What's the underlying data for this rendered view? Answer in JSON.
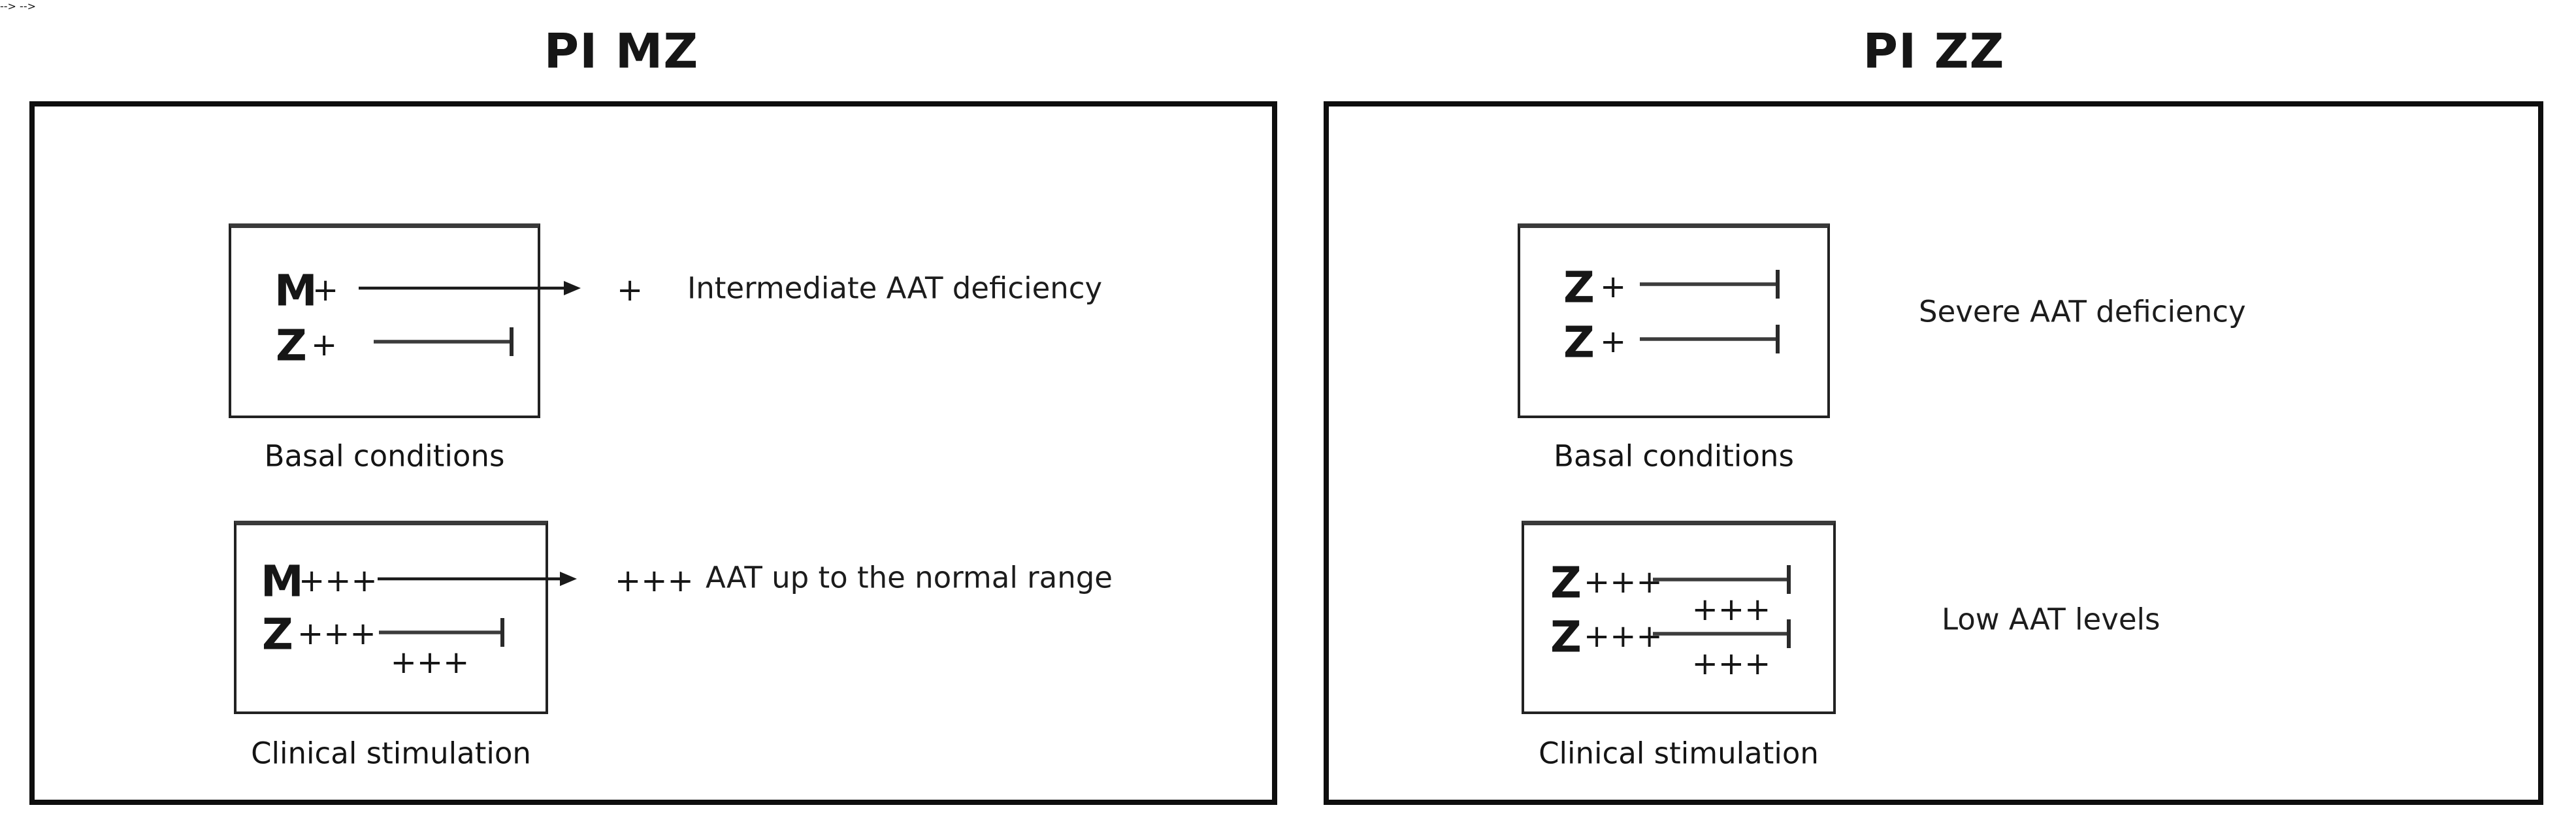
{
  "figure": {
    "type": "genotype-secretion-diagram",
    "subject": "Alpha-1 antitrypsin (AAT) secretion by genotype",
    "colors": {
      "background": "#ffffff",
      "ink": "#161616",
      "blocked_line": "#3c3c3c"
    }
  },
  "panels": [
    {
      "title": "PI MZ",
      "basal": {
        "label": "Basal conditions",
        "rows": [
          {
            "gene": "M",
            "dose": "+",
            "secretion": "arrow",
            "result": "+",
            "note": "Intermediate AAT deficiency"
          },
          {
            "gene": "Z",
            "dose": "+",
            "secretion": "blocked"
          }
        ]
      },
      "clinical": {
        "label": "Clinical stimulation",
        "rows": [
          {
            "gene": "M",
            "dose": "+++",
            "secretion": "arrow",
            "result": "+++",
            "note": "AAT up to the normal range"
          },
          {
            "gene": "Z",
            "dose": "+++",
            "secretion": "blocked",
            "accumulation": "+++"
          }
        ]
      }
    },
    {
      "title": "PI ZZ",
      "basal": {
        "label": "Basal conditions",
        "note": "Severe AAT deficiency",
        "rows": [
          {
            "gene": "Z",
            "dose": "+",
            "secretion": "blocked"
          },
          {
            "gene": "Z",
            "dose": "+",
            "secretion": "blocked"
          }
        ]
      },
      "clinical": {
        "label": "Clinical stimulation",
        "note": "Low AAT levels",
        "rows": [
          {
            "gene": "Z",
            "dose": "+++",
            "secretion": "blocked",
            "accumulation": "+++"
          },
          {
            "gene": "Z",
            "dose": "+++",
            "secretion": "blocked",
            "accumulation": "+++"
          }
        ]
      }
    }
  ]
}
